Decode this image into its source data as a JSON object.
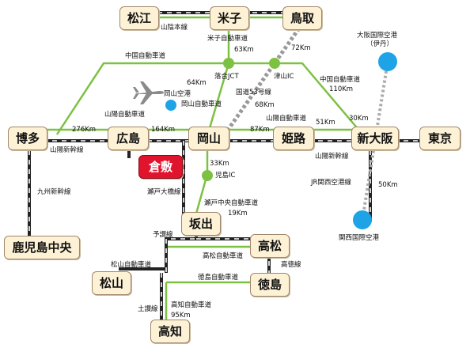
{
  "colors": {
    "road": "#7dc142",
    "rail": "#222222",
    "rail_gap": "#ffffff",
    "kokudo": "#999999",
    "airport": "#1ea3e6",
    "city_fill": "#fdf1d6",
    "highlight": "#e0142c"
  },
  "icons": {
    "airplane": "airplane-icon"
  },
  "cities": {
    "matsue": "松江",
    "yonago": "米子",
    "tottori": "鳥取",
    "hakata": "博多",
    "hiroshima": "広島",
    "okayama": "岡山",
    "himeji": "姫路",
    "shinosaka": "新大阪",
    "tokyo": "東京",
    "kurashiki": "倉敷",
    "kagoshima": "鹿児島中央",
    "sakaide": "坂出",
    "takamatsu": "高松",
    "matsuyama": "松山",
    "tokushima": "徳島",
    "kochi": "高知"
  },
  "labels": {
    "sanin": "山陰本線",
    "yonago_exp": "米子自動車道",
    "d63": "63Km",
    "chugoku_w": "中国自動車道",
    "d72": "72Km",
    "osaka_airport": "大阪国際空港",
    "itami": "（伊丹）",
    "d64": "64Km",
    "ochiai": "落合JCT",
    "tsuyama": "津山IC",
    "chugoku_e": "中国自動車道",
    "d110": "110Km",
    "okayama_airport": "岡山空港",
    "okayama_exp": "岡山自動車道",
    "r53": "国道53号線",
    "d68": "68Km",
    "sanyo_exp_w": "山陽自動車道",
    "d276": "276Km",
    "d164": "164Km",
    "sanyo_exp_e": "山陽自動車道",
    "d87": "87Km",
    "d51": "51Km",
    "d30": "30Km",
    "shinkansen_w": "山陽新幹線",
    "shinkansen_e": "山陽新幹線",
    "d33": "33Km",
    "kojima": "児島IC",
    "jr_kanku": "JR関西空港線",
    "d50": "50Km",
    "kyushu": "九州新幹線",
    "seto_bridge": "瀬戸大橋線",
    "seto_exp": "瀬戸中央自動車道",
    "d19": "19Km",
    "kansai_airport": "関西国際空港",
    "yosan": "予讃線",
    "takamatsu_exp": "高松自動車道",
    "matsuyama_exp": "松山自動車道",
    "kotoku": "高徳線",
    "tokushima_exp": "徳島自動車道",
    "dosan": "土讃線",
    "kochi_exp": "高知自動車道",
    "d95": "95Km"
  }
}
